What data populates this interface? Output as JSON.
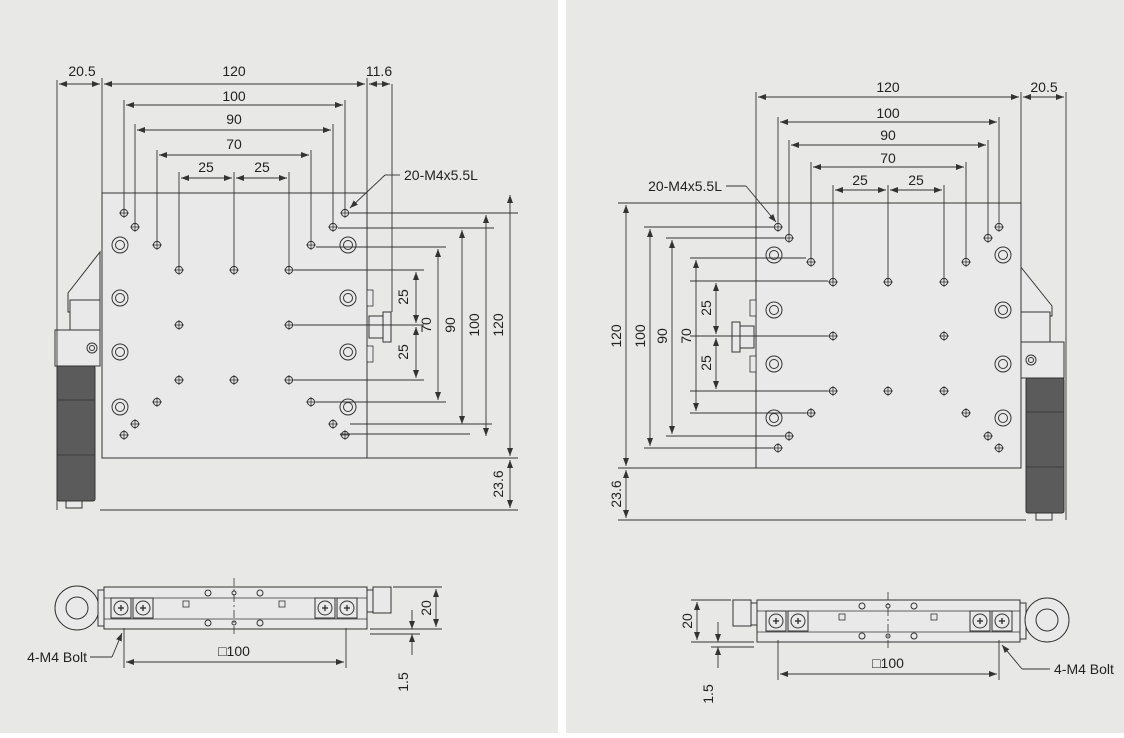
{
  "colors": {
    "panel_bg": "#e8e8e6",
    "part_fill": "#e9e9e9",
    "line": "#333333",
    "micrometer": "#5b5b5b",
    "gap": "#ffffff"
  },
  "icons": {
    "tapped_hole": "crosshair-circle-icon",
    "counterbore_hole": "double-circle-icon",
    "screw_head": "phillips-screw-icon"
  },
  "left_view": {
    "top": {
      "dim_20_5": "20.5",
      "dim_120": "120",
      "dim_11_6": "11.6",
      "dim_100": "100",
      "dim_90": "90",
      "dim_70": "70",
      "dim_25_a": "25",
      "dim_25_b": "25",
      "hole_callout": "20-M4x5.5L",
      "right_25_a": "25",
      "right_25_b": "25",
      "right_70": "70",
      "right_90": "90",
      "right_100": "100",
      "right_120": "120",
      "right_23_6": "23.6"
    },
    "side": {
      "bolt_callout": "4-M4 Bolt",
      "bolt_pitch": "□100",
      "height_20": "20",
      "offset_1_5": "1.5"
    }
  },
  "right_view": {
    "top": {
      "dim_120": "120",
      "dim_20_5": "20.5",
      "dim_100": "100",
      "dim_90": "90",
      "dim_70": "70",
      "dim_25_a": "25",
      "dim_25_b": "25",
      "hole_callout": "20-M4x5.5L",
      "left_120": "120",
      "left_100": "100",
      "left_90": "90",
      "left_70": "70",
      "left_25_a": "25",
      "left_25_b": "25",
      "left_23_6": "23.6"
    },
    "side": {
      "height_20": "20",
      "offset_1_5": "1.5",
      "bolt_pitch": "□100",
      "bolt_callout": "4-M4 Bolt"
    }
  }
}
